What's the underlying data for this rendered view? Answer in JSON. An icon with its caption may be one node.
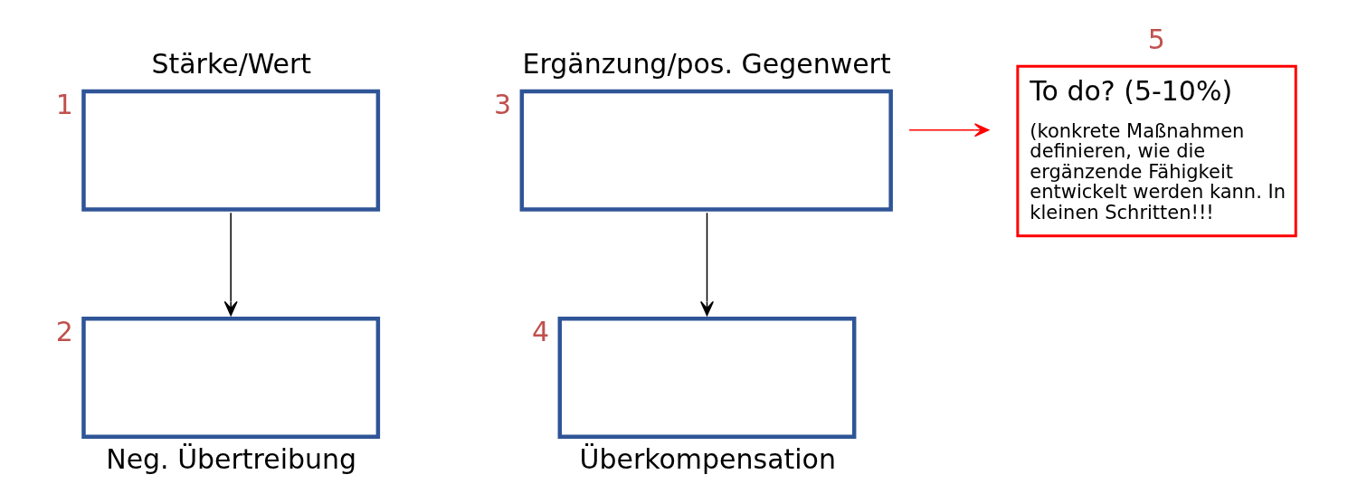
{
  "diagram": {
    "nodes": [
      {
        "text": [
          "Stärke/Wert"
        ],
        "beside": [
          "1"
        ]
      },
      {
        "text": [
          "Neg. Übertreibung"
        ],
        "beside": [
          "2"
        ]
      },
      {
        "text": [
          "Ergänzung/pos. Gegenwert"
        ],
        "beside": [
          "3"
        ]
      },
      {
        "text": [
          "Überkompensation"
        ],
        "beside": [
          "4"
        ]
      },
      {
        "text": [
          "To do? (5-10%)",
          "(konkrete Maßnahmen definieren, wie die ergänzende Fähigkeit entwickelt werden kann. In kleinen Schritten!!!"
        ],
        "beside": [
          "5"
        ]
      }
    ],
    "edges": [
      {
        "from": 0,
        "to": 1,
        "arrow": "to"
      },
      {
        "from": 2,
        "to": 3,
        "arrow": "to"
      },
      {
        "from": 2,
        "to": 4,
        "arrow": "to",
        "color": "#ff0000"
      }
    ]
  }
}
